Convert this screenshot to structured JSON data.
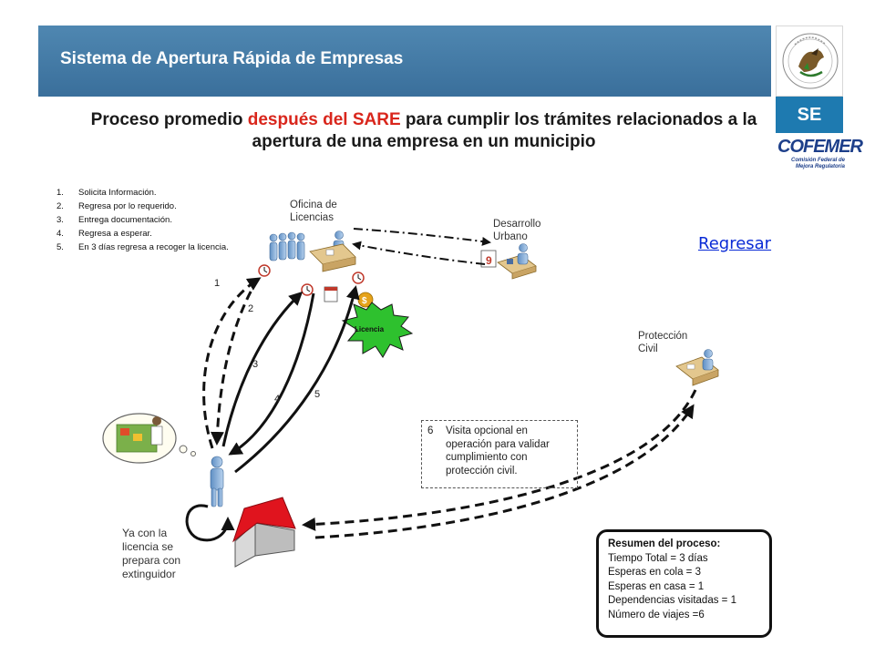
{
  "header": {
    "title": "Sistema de Apertura Rápida de Empresas",
    "se_label": "SE",
    "cofemer_label": "COFEMER",
    "cofemer_sub": "Comisión Federal de Mejora Regulatoria"
  },
  "headline": {
    "part1": "Proceso promedio ",
    "part2": "después del SARE",
    "part3": " para cumplir los trámites relacionados a la apertura de una empresa en un municipio"
  },
  "link": {
    "regresar": "Regresar"
  },
  "steps": [
    {
      "num": "1.",
      "text": "Solicita Información."
    },
    {
      "num": "2.",
      "text": "Regresa por  lo requerido."
    },
    {
      "num": "3.",
      "text": "Entrega  documentación."
    },
    {
      "num": "4.",
      "text": "Regresa a esperar."
    },
    {
      "num": "5.",
      "text": "En 3 días regresa a recoger la licencia."
    }
  ],
  "labels": {
    "oficina": "Oficina de\nLicencias",
    "desarrollo": "Desarrollo\nUrbano",
    "proteccion": "Protección\nCivil",
    "ya_con": "Ya con la\nlicencia se\nprepara con\nextinguidor",
    "licencia_badge": "Licencia",
    "calendar_day": "9",
    "arrow_numbers": [
      "1",
      "2",
      "3",
      "4",
      "5"
    ]
  },
  "note": {
    "num": "6",
    "text": "Visita  opcional en operación para validar cumplimiento con protección civil."
  },
  "summary": {
    "title": "Resumen del proceso:",
    "lines": [
      "Tiempo Total  = 3 días",
      "Esperas en cola   =  3",
      "Esperas en casa  =  1",
      "Dependencias visitadas = 1",
      "Número de viajes =6"
    ]
  },
  "colors": {
    "banner": "#4a7fab",
    "se_blue": "#1e7ab0",
    "highlight_red": "#d9261c",
    "licencia_green": "#2ec12e",
    "house_roof": "#e0141e",
    "link_blue": "#0a2bd6"
  }
}
